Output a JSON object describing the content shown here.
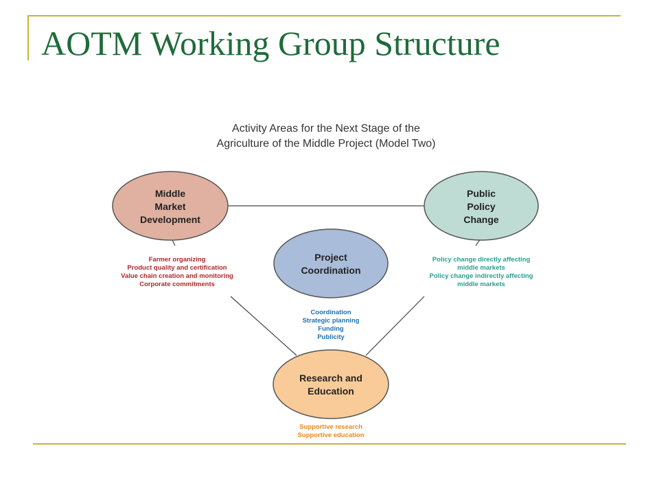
{
  "slide": {
    "title": "AOTM Working Group Structure"
  },
  "diagram": {
    "heading_line1": "Activity Areas for the Next Stage of the",
    "heading_line2": "Agriculture of the Middle Project (Model Two)",
    "nodes": {
      "middle_market": {
        "lines": [
          "Middle",
          "Market",
          "Development"
        ],
        "fill": "#e0b1a1",
        "activities": [
          "Farmer organizing",
          "Product quality and certification",
          "Value chain creation and monitoring",
          "Corporate commitments"
        ],
        "activity_color": "#b0262b"
      },
      "public_policy": {
        "lines": [
          "Public",
          "Policy",
          "Change"
        ],
        "fill": "#bfdcd4",
        "activities": [
          "Policy change directly affecting",
          "middle markets",
          "Policy change indirectly affecting",
          "middle markets"
        ],
        "activity_color": "#2a9d8f"
      },
      "project_coordination": {
        "lines": [
          "Project",
          "Coordination"
        ],
        "fill": "#a9bcd9",
        "activities": [
          "Coordination",
          "Strategic planning",
          "Funding",
          "Publicity"
        ],
        "activity_color": "#1f6fb0"
      },
      "research_education": {
        "lines": [
          "Research and",
          "Education"
        ],
        "fill": "#f8cb99",
        "activities": [
          "Supportive research",
          "Supportive education"
        ],
        "activity_color": "#e8891e"
      }
    },
    "colors": {
      "outline": "#555555",
      "connector": "#444444",
      "node_text": "#222222",
      "heading_text": "#333333",
      "title_green": "#1f6b3a",
      "frame_gold": "#c8b43c"
    }
  }
}
